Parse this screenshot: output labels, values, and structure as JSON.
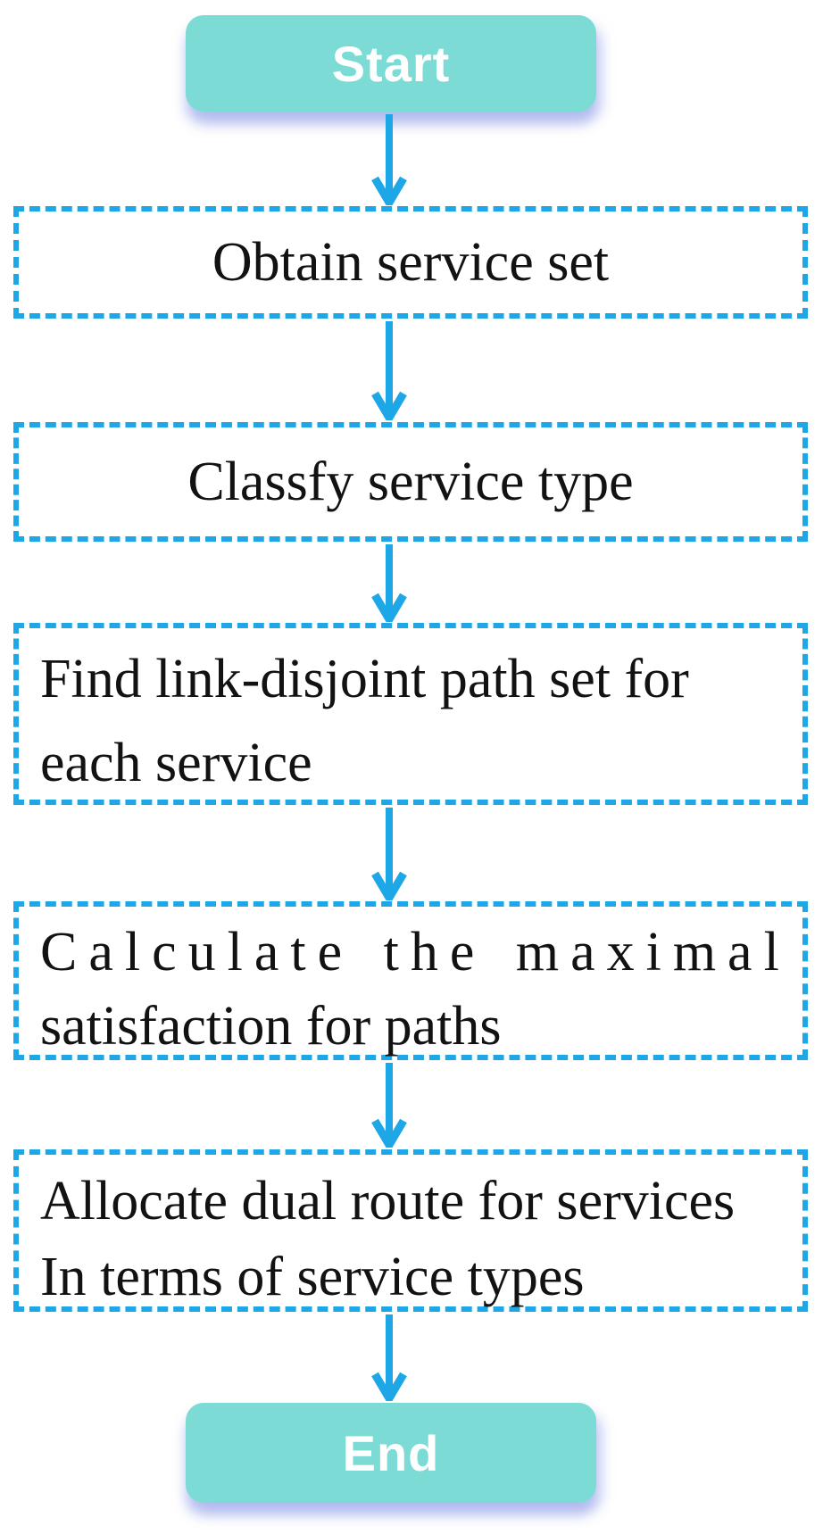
{
  "flowchart": {
    "start_label": "Start",
    "end_label": "End",
    "steps": [
      {
        "id": "obtain-service-set",
        "lines": [
          "Obtain service set"
        ]
      },
      {
        "id": "classify-service-type",
        "lines": [
          "Classfy service type"
        ]
      },
      {
        "id": "find-link-disjoint-path-set",
        "lines": [
          "Find link-disjoint path set for",
          "each service"
        ]
      },
      {
        "id": "calculate-maximal-satisfaction",
        "lines": [
          "Calculate the maximal",
          "satisfaction for paths"
        ]
      },
      {
        "id": "allocate-dual-route",
        "lines": [
          "Allocate dual route for services",
          "In terms of service types"
        ]
      }
    ],
    "colors": {
      "node_fill_teal": "#7cdcd5",
      "accent_blue": "#1ea7e6",
      "node_shadow": "#8c9be6",
      "text": "#121212",
      "terminal_text": "#ffffff"
    }
  }
}
